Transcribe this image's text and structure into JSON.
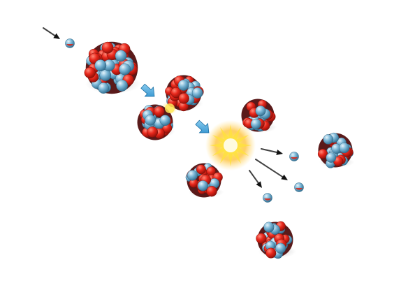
{
  "diagram": {
    "type": "nuclear-fission-chain",
    "colors": {
      "background": "#ffffff",
      "proton": "#e8271b",
      "neutron": "#7ab6d6",
      "flow_arrow": "#3fa6e0",
      "motion_arrow": "#1a1a1a",
      "flash_core": "#fff36a",
      "flash_outer": "#ffb000"
    },
    "elements": {
      "incoming_neutron": "incoming-neutron",
      "target_nucleus": "uranium-nucleus",
      "splitting_nucleus": "compound-nucleus-splitting",
      "flash": "energy-release-flash",
      "fission_fragments": 2,
      "released_neutrons": 3,
      "next_generation_nuclei": 3
    }
  }
}
